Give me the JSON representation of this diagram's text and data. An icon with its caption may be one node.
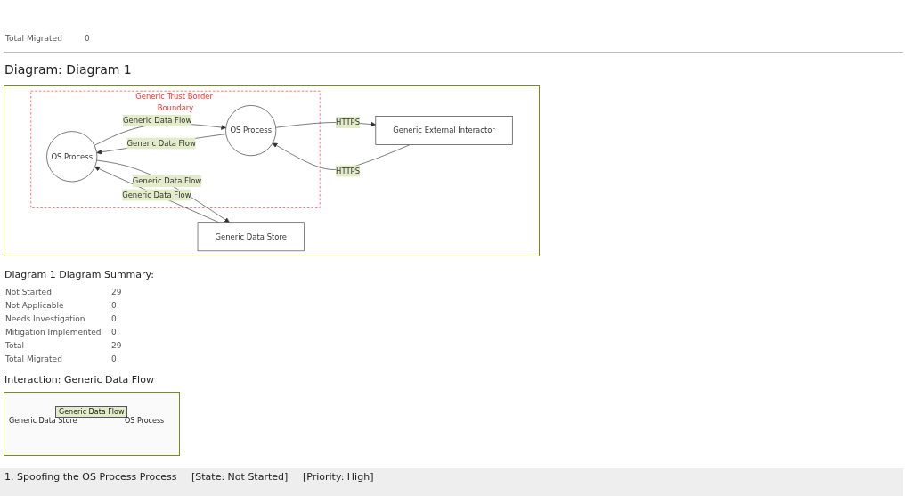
{
  "diagram": {
    "title": "Diagram: Diagram 1",
    "nodes": [
      {
        "text": [
          "Generic Trust Border Boundary"
        ]
      },
      {
        "text": [
          "Generic Data Store"
        ]
      },
      {
        "text": [
          "OS Process"
        ],
        "in": 0
      },
      {
        "text": [
          "OS Process"
        ],
        "in": 0
      },
      {
        "text": [
          "Generic External Interactor"
        ]
      }
    ],
    "edges": [
      {
        "from": 1,
        "to": 2,
        "arrow": "to",
        "label": "Generic Data Flow"
      },
      {
        "from": 2,
        "to": 1,
        "arrow": "to",
        "label": "Generic Data Flow"
      },
      {
        "from": 3,
        "to": 2,
        "arrow": "to",
        "label": "Generic Data Flow"
      },
      {
        "from": 2,
        "to": 3,
        "arrow": "to",
        "label": "Generic Data Flow"
      },
      {
        "from": 4,
        "to": 3,
        "arrow": "to",
        "label": "HTTPS"
      },
      {
        "from": 3,
        "to": 4,
        "arrow": "to",
        "label": "HTTPS"
      }
    ],
    "labels": [
      "Total Migrated",
      "0",
      "Diagram 1 Diagram Summary:",
      "Not Started",
      "29",
      "Not Applicable",
      "0",
      "Needs Investigation",
      "0",
      "Mitigation Implemented",
      "0",
      "Total",
      "29",
      "Total Migrated",
      "0",
      "Interaction: Generic Data Flow",
      "Generic Data Store",
      "Generic Data Flow",
      "OS Process",
      "1. Spoofing the OS Process Process",
      "[State: Not Started]",
      "[Priority: High]"
    ]
  }
}
